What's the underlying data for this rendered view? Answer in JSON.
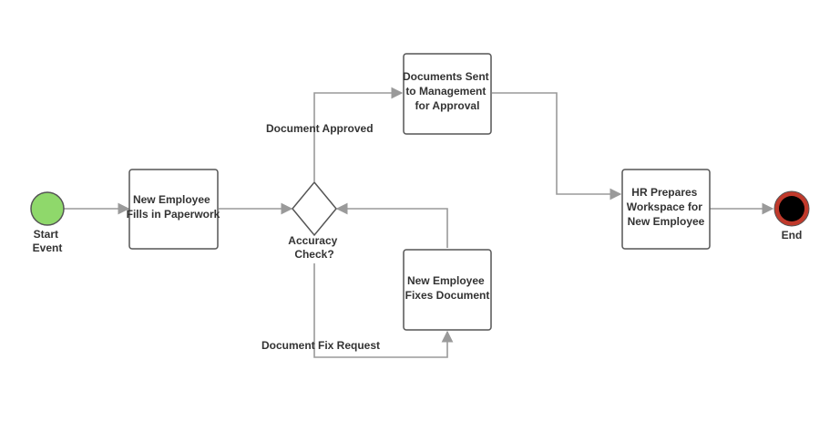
{
  "diagram": {
    "nodes": {
      "start": {
        "label_lines": [
          "Start",
          "Event"
        ],
        "fill": "#8fd86b"
      },
      "fill_paperwork": {
        "label_lines": [
          "New Employee",
          "Fills in Paperwork"
        ]
      },
      "accuracy_check": {
        "label_lines": [
          "Accuracy",
          "Check?"
        ]
      },
      "sent_management": {
        "label_lines": [
          "Documents Sent",
          "to Management",
          "for Approval"
        ]
      },
      "fixes_document": {
        "label_lines": [
          "New Employee",
          "Fixes Document"
        ]
      },
      "hr_prepares": {
        "label_lines": [
          "HR Prepares",
          "Workspace for",
          "New Employee"
        ]
      },
      "end": {
        "label_lines": [
          "End"
        ],
        "fill": "#000000",
        "ring": "#c0392b"
      }
    },
    "edges": {
      "approved": {
        "label": "Document Approved"
      },
      "fix_request": {
        "label": "Document Fix Request"
      }
    },
    "colors": {
      "line": "#9a9a9a",
      "box_border": "#555555",
      "text": "#333333"
    }
  }
}
